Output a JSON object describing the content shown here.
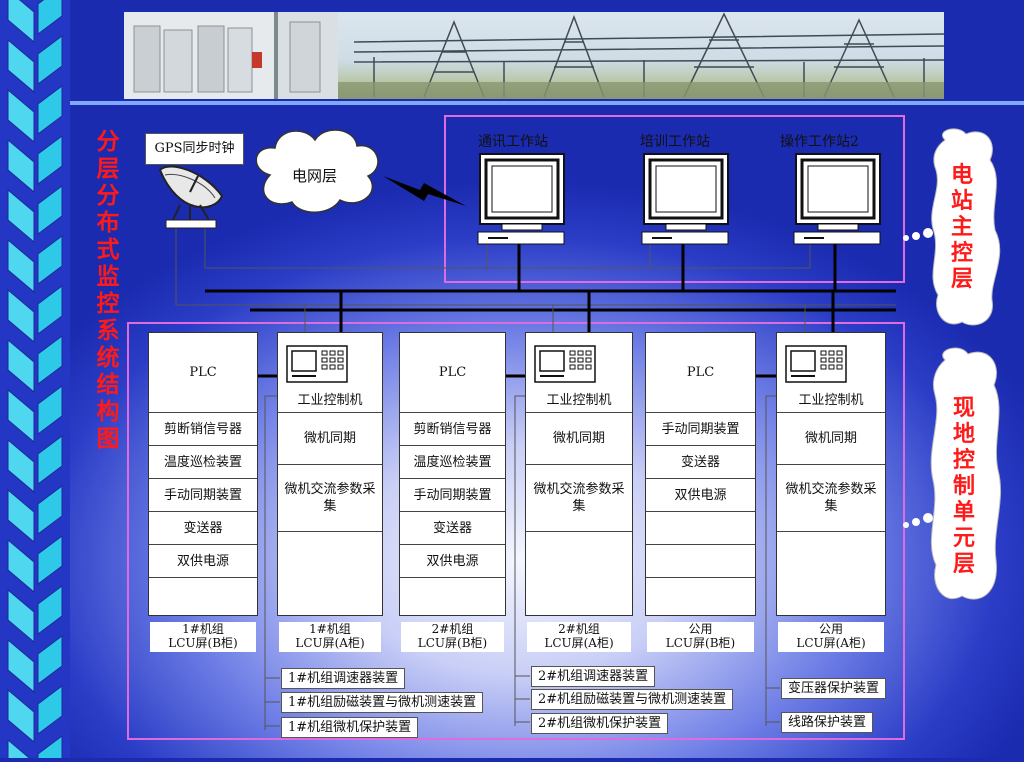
{
  "title": "分层分布式监控系统结构图",
  "top_labels": {
    "gps": "GPS同步时钟",
    "grid": "电网层"
  },
  "workstations": [
    {
      "label": "通讯工作站"
    },
    {
      "label": "培训工作站"
    },
    {
      "label": "操作工作站2"
    }
  ],
  "layer_labels": {
    "station": "电站主控层",
    "field": "现地控制单元层"
  },
  "panels": [
    {
      "type": "plc",
      "header": "PLC",
      "rows": [
        "剪断销信号器",
        "温度巡检装置",
        "手动同期装置",
        "变送器",
        "双供电源",
        ""
      ],
      "caption": "1#机组\nLCU屏(B柜)"
    },
    {
      "type": "ipc",
      "header": "工业控制机",
      "rows": [
        "微机同期",
        "微机交流参数采集",
        ""
      ],
      "caption": "1#机组\nLCU屏(A柜)"
    },
    {
      "type": "plc",
      "header": "PLC",
      "rows": [
        "剪断销信号器",
        "温度巡检装置",
        "手动同期装置",
        "变送器",
        "双供电源",
        ""
      ],
      "caption": "2#机组\nLCU屏(B柜)"
    },
    {
      "type": "ipc",
      "header": "工业控制机",
      "rows": [
        "微机同期",
        "微机交流参数采集",
        ""
      ],
      "caption": "2#机组\nLCU屏(A柜)"
    },
    {
      "type": "plc",
      "header": "PLC",
      "rows": [
        "手动同期装置",
        "变送器",
        "双供电源",
        "",
        "",
        ""
      ],
      "caption": "公用\nLCU屏(B柜)"
    },
    {
      "type": "ipc",
      "header": "工业控制机",
      "rows": [
        "微机同期",
        "微机交流参数采集",
        ""
      ],
      "caption": "公用\nLCU屏(A柜)"
    }
  ],
  "devices_group1": [
    "1#机组调速器装置",
    "1#机组励磁装置与微机测速装置",
    "1#机组微机保护装置"
  ],
  "devices_group2": [
    "2#机组调速器装置",
    "2#机组励磁装置与微机测速装置",
    "2#机组微机保护装置"
  ],
  "devices_group3": [
    "变压器保护装置",
    "线路保护装置"
  ]
}
